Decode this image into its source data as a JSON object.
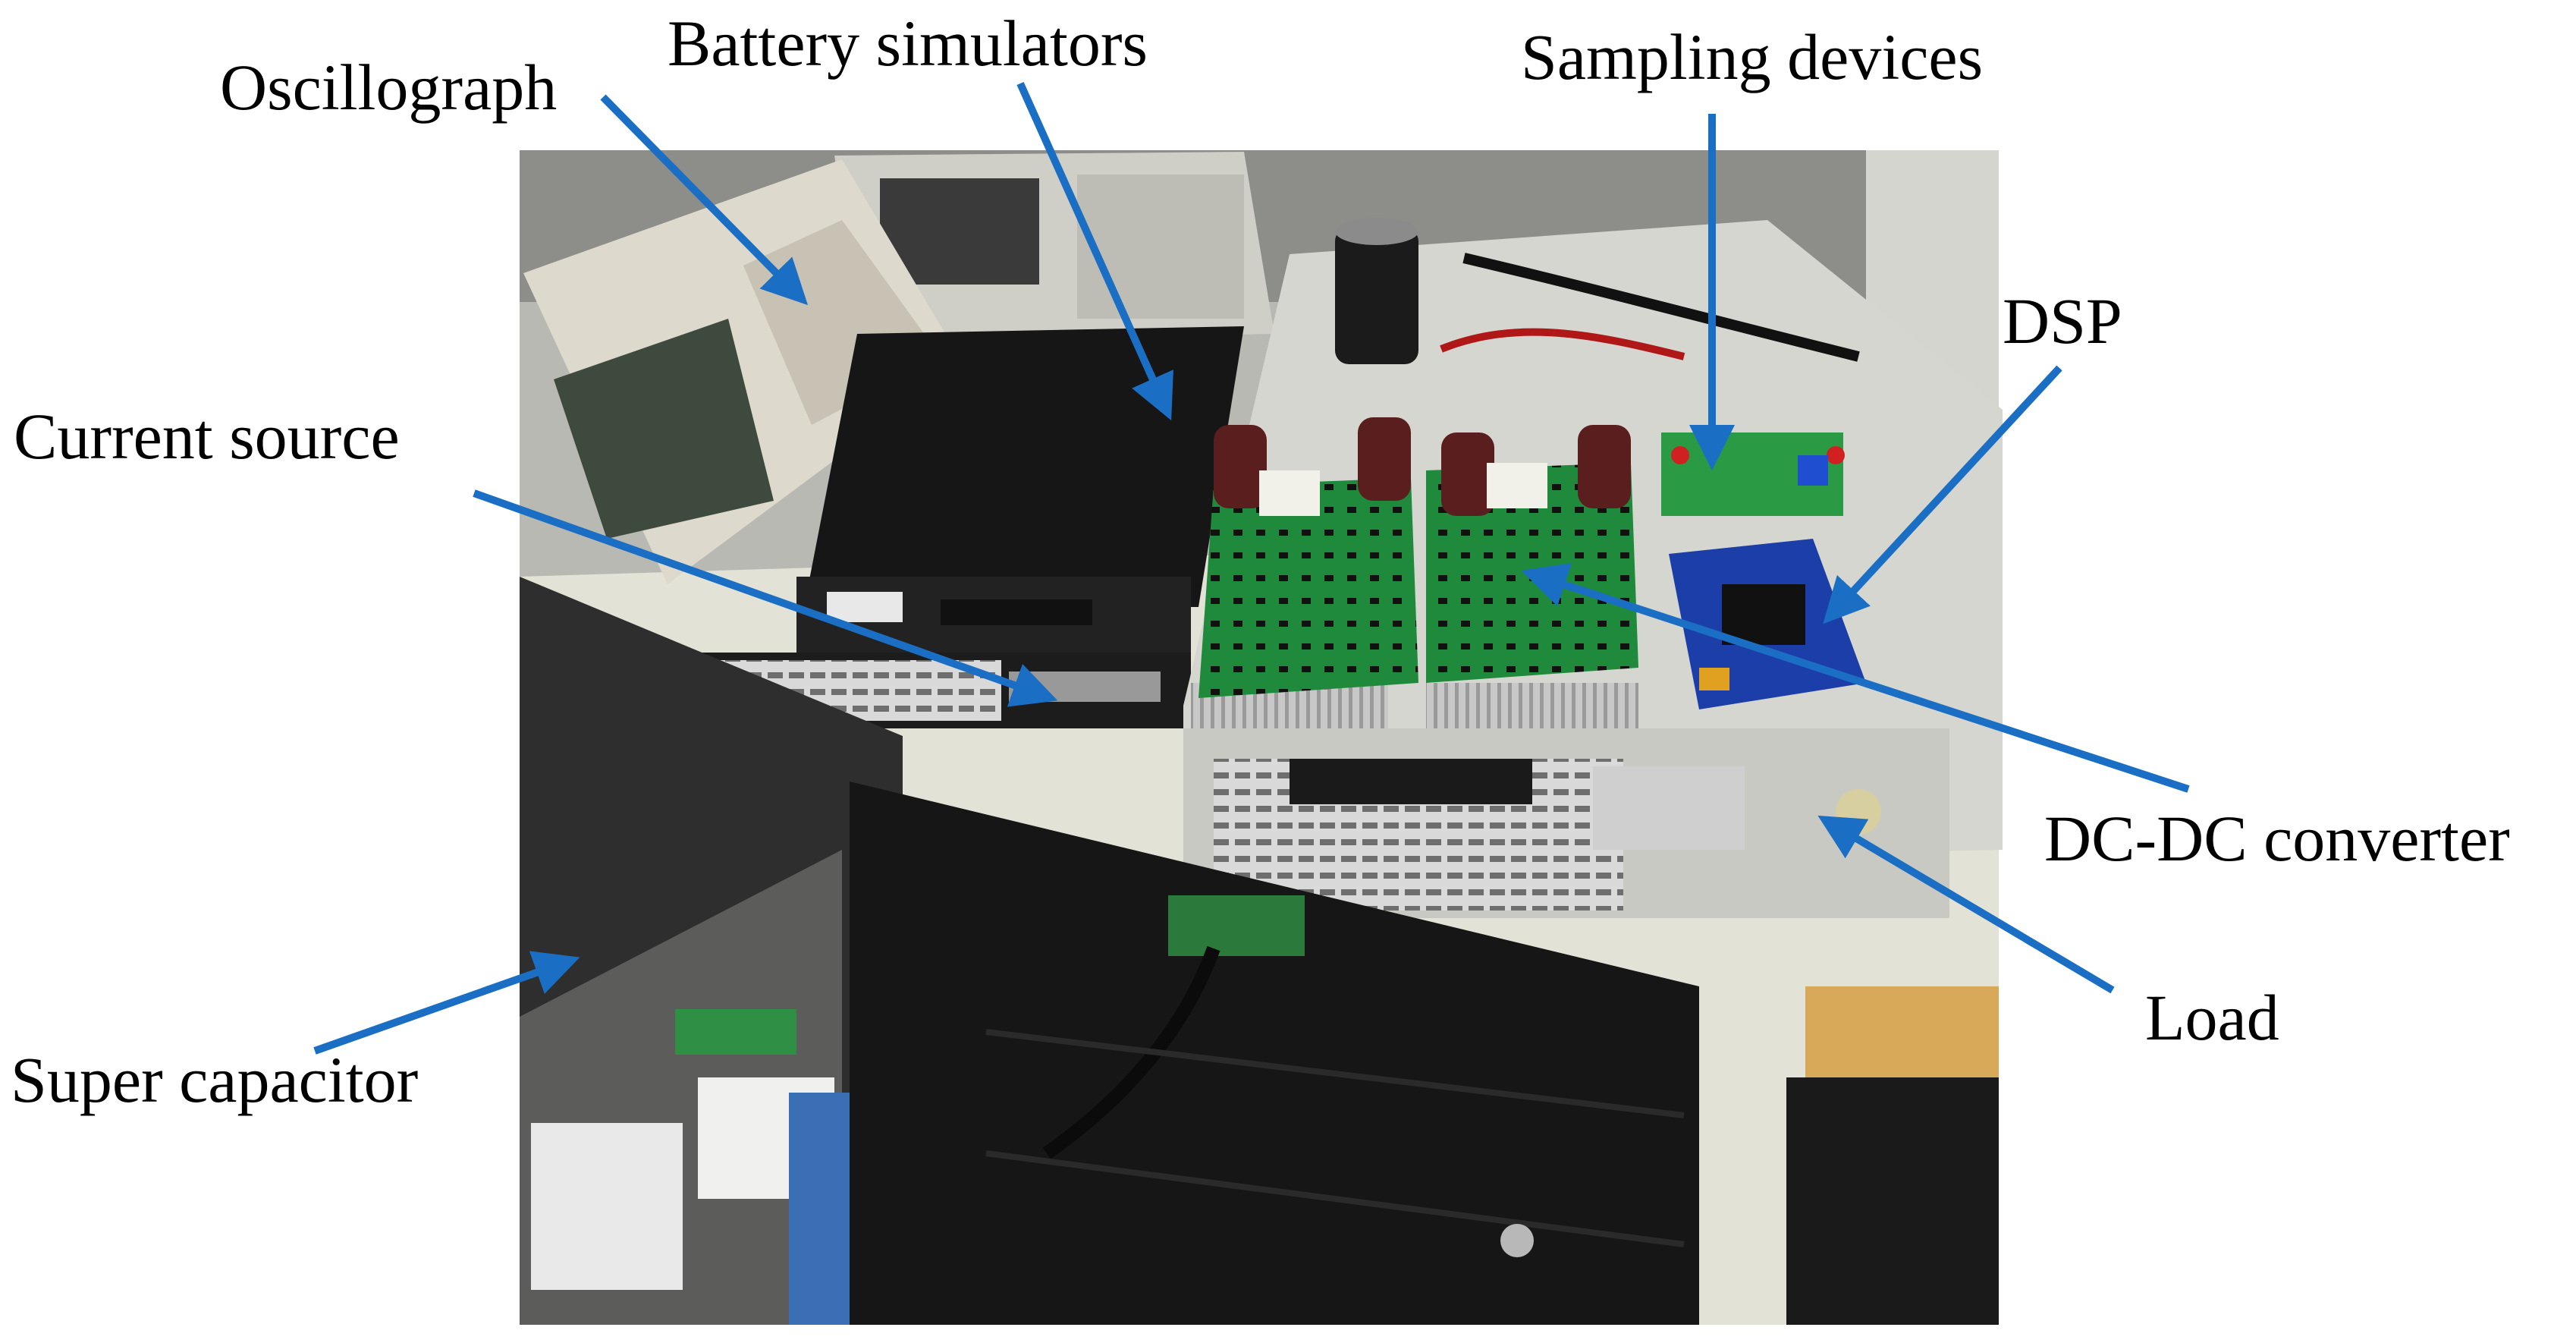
{
  "labels": {
    "oscillograph": "Oscillograph",
    "battery_simulators": "Battery simulators",
    "sampling_devices": "Sampling devices",
    "dsp": "DSP",
    "current_source": "Current source",
    "dc_dc_converter": "DC-DC converter",
    "load": "Load",
    "super_capacitor": "Super capacitor"
  },
  "colors": {
    "arrow": "#1a6fc4",
    "label_text": "#000000",
    "pcb_green": "#1f8a3c"
  }
}
